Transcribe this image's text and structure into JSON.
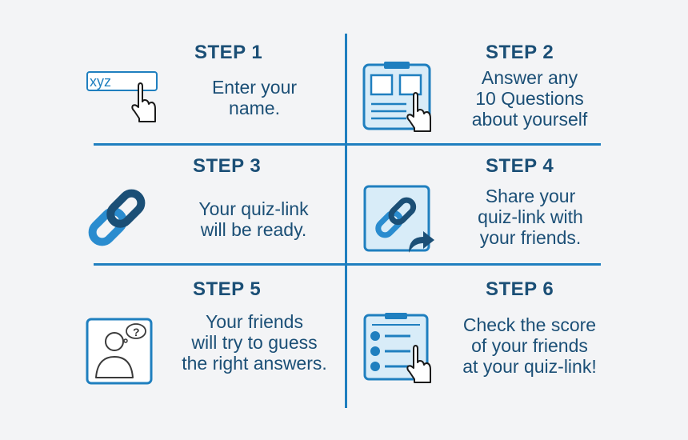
{
  "steps": [
    {
      "title": "STEP 1",
      "text": "Enter your\nname.",
      "icon": "name-input-icon",
      "input_value": "xyz"
    },
    {
      "title": "STEP 2",
      "text": "Answer any\n10 Questions\nabout yourself",
      "icon": "questionnaire-icon"
    },
    {
      "title": "STEP 3",
      "text": "Your quiz-link\nwill be ready.",
      "icon": "link-icon"
    },
    {
      "title": "STEP 4",
      "text": "Share your\nquiz-link with\nyour friends.",
      "icon": "share-link-icon"
    },
    {
      "title": "STEP 5",
      "text": "Your friends\nwill try to guess\nthe right answers.",
      "icon": "thinking-person-icon"
    },
    {
      "title": "STEP 6",
      "text": "Check the score\nof your friends\nat your quiz-link!",
      "icon": "scoreboard-icon"
    }
  ],
  "colors": {
    "primary": "#1f7fbf",
    "dark": "#1b4f76",
    "light": "#d8ecf8"
  }
}
